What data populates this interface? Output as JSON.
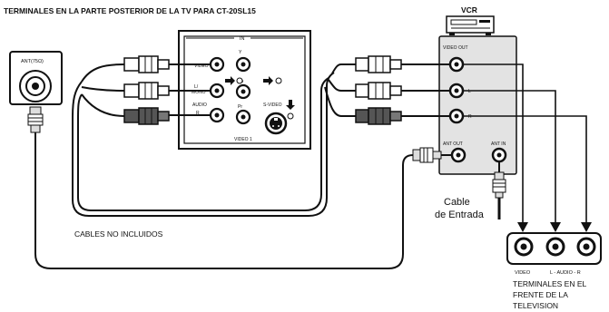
{
  "header": {
    "title": "TERMINALES EN LA PARTE POSTERIOR DE LA TV PARA CT-20SL15"
  },
  "antenna": {
    "label": "ANT(75Ω)"
  },
  "tv_panel": {
    "in_label": "IN",
    "video_label": "VIDEO",
    "l_mono_label": "L/\nMONO",
    "l_mono_line1": "L/",
    "l_mono_line2": "MONO",
    "audio_label": "AUDIO",
    "r_label": "R",
    "y_label": "Y",
    "pb_label": "Pb",
    "pr_label": "Pr",
    "svideo_label": "S-VIDEO",
    "video1_label": "VIDEO 1"
  },
  "vcr": {
    "title": "VCR",
    "video_out_label": "VIDEO OUT",
    "l_label": "L",
    "r_label": "R",
    "ant_out_label": "ANT OUT",
    "ant_in_label": "ANT IN"
  },
  "cable_entrada": {
    "line1": "Cable",
    "line2": "de Entrada"
  },
  "cables_note": "CABLES NO INCLUIDOS",
  "front_panel": {
    "video_label": "VIDEO",
    "audio_label": "L - AUDIO - R",
    "caption_line1": "TERMINALES EN EL",
    "caption_line2": "FRENTE DE LA",
    "caption_line3": "TELEVISION"
  },
  "colors": {
    "ink": "#111111",
    "plug_white": "#f4f4f4",
    "plug_gray": "#c8c8c8",
    "plug_dark": "#555555",
    "panel": "#e3e3e3"
  }
}
